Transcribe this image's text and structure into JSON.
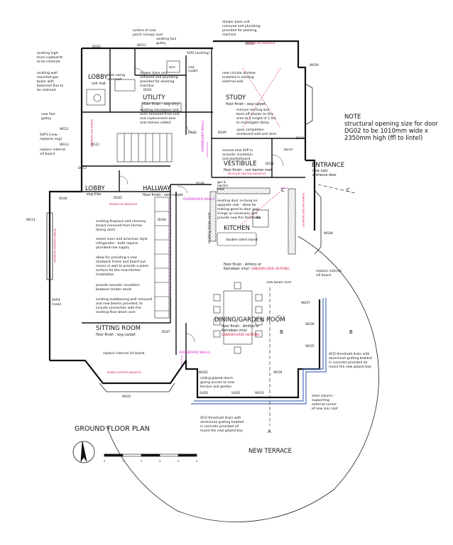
{
  "title": "GROUND FLOOR PLAN",
  "terrace_label": "NEW TERRACE",
  "note": {
    "heading": "NOTE",
    "lines": [
      "structural opening size for door",
      "DG02 to be 1010mm wide x",
      "2350mm high (ffl to lintel)"
    ]
  },
  "rooms": {
    "lobby_top": {
      "name": "LOBBY",
      "sub": "coir mat"
    },
    "utility": {
      "name": "UTILITY",
      "sub": "floor finish : exg vinyl"
    },
    "study": {
      "name": "STUDY",
      "sub": "floor finish : exg carpet"
    },
    "entrance": {
      "name": "ENTRANCE",
      "sub": [
        "new cast",
        "entrance door"
      ]
    },
    "vestibule": {
      "name": "VESTIBULE",
      "sub": "floor finish : coir barrier mat"
    },
    "hallway": {
      "name": "HALLWAY",
      "sub": "floor finish : new carpet"
    },
    "lobby_mid": {
      "name": "LOBBY",
      "sub": "exg tiles"
    },
    "kitchen": {
      "name": "KITCHEN",
      "sub": [
        "floor finish : Amtico or",
        "Karndean vinyl"
      ],
      "heating": "UNDERFLOOR HEATING"
    },
    "sitting": {
      "name": "SITTING ROOM",
      "sub": "floor finish : exg carpet"
    },
    "dining": {
      "name": "DINING/GARDEN ROOM",
      "sub": [
        "floor finish : Amtico or",
        "Karndean vinyl"
      ],
      "heating": "UNDERFLOOR HEATING"
    }
  },
  "notes": {
    "porch": [
      "outline of new",
      "porch canopy over"
    ],
    "foul_gulley": [
      "existing foul",
      "gulley"
    ],
    "drawer_base_top": [
      "drawer base unit",
      "removed and plumbing",
      "provided for washing",
      "machine"
    ],
    "cupboards": [
      "existing high-",
      "level cupboards",
      "to be retained"
    ],
    "boiler": [
      "existing wall",
      "mounted gas",
      "boiler with",
      "balanced flue to",
      "be retained"
    ],
    "foul_gulley_left": [
      "new foul",
      "gulley"
    ],
    "svp3": [
      "SVP3 [new -",
      "replaces exg]"
    ],
    "sill_left": [
      "replace internal",
      "sill board"
    ],
    "door_reversed": [
      "door swing",
      "reversed"
    ],
    "drawer_base_util": [
      "drawer base unit",
      "removed and plumbing",
      "provided for washing",
      "machine"
    ],
    "microwave": [
      "existing microwave and",
      "oven removed from unit",
      "and replacement door",
      "and shelves added"
    ],
    "circular_window": [
      "new circular window",
      "installed in existing",
      "external wall"
    ],
    "skirting": [
      "remove skirting and",
      "back-off plaster to this",
      "area to a height of 1.5m",
      "to investigate damp"
    ],
    "overboard_study": [
      "upon completion",
      "overboard wall and skim"
    ],
    "svp_box": [
      "encase new SVP in",
      "acoustic insulation",
      "and plasterboard"
    ],
    "door_rehung": [
      "existing door re-hung on",
      "opposite side - allow for",
      "making good to door and",
      "linings as necessary and",
      "provide new fire threshold"
    ],
    "fireplace": [
      "existing fireplace and chimney",
      "breast removed from former",
      "dining room"
    ],
    "steam_oven": [
      "steam oven and american style",
      "refrigerator - both require",
      "plumbed-raw supply"
    ],
    "studwork": [
      "allow for providing a new",
      "studwork frame and board out",
      "recess in wall to provide a plane",
      "surface for the new kitchen",
      "installation"
    ],
    "acoustic": [
      "provide acoustic insulation",
      "between timber studs"
    ],
    "loadbearing": [
      "existing loadbearing wall removed",
      "and new beams provided, to",
      "include connection with the",
      "existing floor beam over"
    ],
    "sill_sitting": "replace internal sill board",
    "sill_kitchen": [
      "replace internal",
      "sill board"
    ],
    "new_beam": "new beam over",
    "aco_right": [
      "ACO threshold drain with",
      "aluminium grating bedded",
      "in concrete provided all",
      "round the new glazed bay"
    ],
    "steel_column": [
      "steel column -",
      "supporting",
      "external corner",
      "of new zinc roof"
    ],
    "sliding_door": [
      "sliding glazed doors",
      "giving access to new",
      "terrace and garden"
    ],
    "aco_bottom": [
      "ACO threshold drain with",
      "aluminium grating bedded",
      "in concrete provided all",
      "round the new glazed bay"
    ],
    "svp4": [
      "SVP4",
      "[new]"
    ],
    "beam_over": "existing beam over",
    "double_island": "double-sided island"
  },
  "small_labels": {
    "gas_electric": [
      "gas &",
      "electric",
      "hobs"
    ],
    "wm": "w/m",
    "cupbd": [
      "new",
      "cupbd"
    ],
    "dw": "d/w",
    "bench": "bench",
    "svp2": "SVP2 [existing]",
    "slide": "SLIDE"
  },
  "tags": [
    "DG03",
    "WG11",
    "WG10",
    "WG09",
    "DG01",
    "DG10",
    "DG09",
    "DG11",
    "DG12",
    "WG12",
    "WG13",
    "DG02",
    "DG05",
    "DG04",
    "WG14",
    "WG08",
    "DG06",
    "DG08",
    "WG07",
    "WG06",
    "WG05",
    "DG07",
    "WG02",
    "WG04",
    "WG03",
    "WG01",
    "DG13"
  ],
  "red_labels": [
    "RENEW EXG RADIATOR",
    "RENEW EXG RADIATOR",
    "RELOCATE EXISTING RADIATOR",
    "RENEW EXG RADIATOR",
    "RENEW EXISTING RADIATOR",
    "RENEW EXISTING RADIATOR",
    "RENEW EXISTING RADIATOR"
  ],
  "overboard": "OVERBOARD WALLS",
  "sections": [
    "A",
    "B",
    "C"
  ],
  "scale": {
    "ticks": [
      "0",
      "1",
      "2",
      "3",
      "4",
      "5"
    ]
  },
  "colors": {
    "line": "#111111",
    "red": "#d0103a",
    "magenta": "#d21fcf",
    "blue": "#4a6fc0"
  }
}
